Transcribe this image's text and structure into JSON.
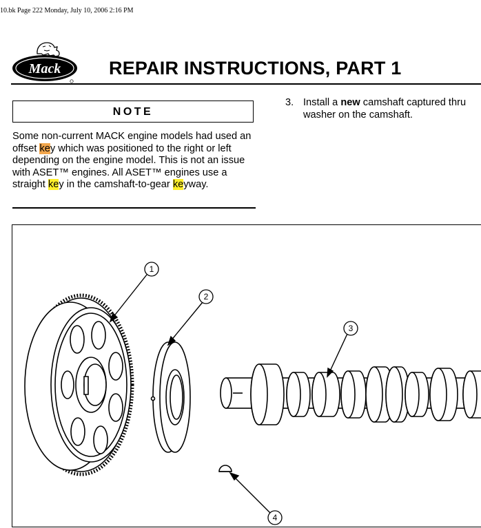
{
  "running_head": "10.bk  Page 222  Monday, July 10, 2006  2:16 PM",
  "logo": {
    "text": "Mack"
  },
  "title": "REPAIR INSTRUCTIONS, PART 1",
  "note": {
    "heading": "NOTE",
    "segments": [
      {
        "text": "Some non-current MACK engine models had used an offset ",
        "hl": ""
      },
      {
        "text": "ke",
        "hl": "strong"
      },
      {
        "text": "y which was positioned to the right or left depending on the engine model. This is not an issue with ASET™ engines. All ASET™ engines use a straight ",
        "hl": ""
      },
      {
        "text": "ke",
        "hl": "yellow"
      },
      {
        "text": "y in the camshaft-to-gear ",
        "hl": ""
      },
      {
        "text": "ke",
        "hl": "yellow"
      },
      {
        "text": "yway.",
        "hl": ""
      }
    ]
  },
  "step": {
    "number": "3.",
    "line1_pre": "Install a ",
    "line1_bold": "new",
    "line1_post": " camshaft captured thru",
    "line2": "washer on the camshaft."
  },
  "figure": {
    "callouts": [
      "1",
      "2",
      "3",
      "4"
    ]
  },
  "colors": {
    "highlight_yellow": "#ffef2a",
    "highlight_orange": "#f2a64c"
  }
}
